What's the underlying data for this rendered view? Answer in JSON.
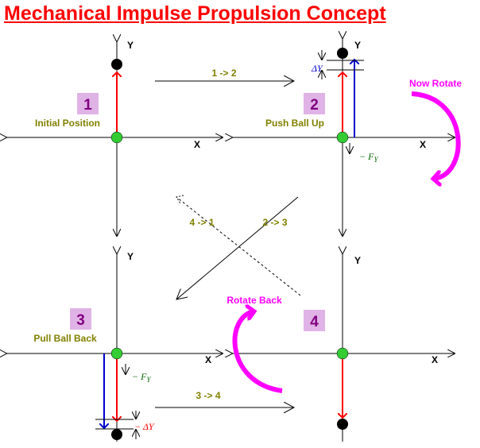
{
  "title": "Mechanical Impulse Propulsion Concept",
  "colors": {
    "title": "#ff0000",
    "label_text": "#808000",
    "step_number": "#800080",
    "step_box": "#e0b3e6",
    "rotate_arrow": "#ff00ff",
    "ball": "#000000",
    "center": "#33cc33",
    "red_vector": "#ff0000",
    "blue_vector": "#0000cc",
    "force_label": "#006600",
    "delta_label": "#0000cc",
    "neg_delta_label": "#ff0000"
  },
  "steps": [
    {
      "number": "1",
      "label": "Initial Position"
    },
    {
      "number": "2",
      "label": "Push Ball Up"
    },
    {
      "number": "3",
      "label": "Pull Ball Back"
    },
    {
      "number": "4",
      "label": ""
    }
  ],
  "axes": {
    "x": "X",
    "y": "Y"
  },
  "transitions": {
    "t12": "1 -> 2",
    "t23": "2 -> 3",
    "t34": "3 -> 4",
    "t41": "4 -> 1"
  },
  "rotations": {
    "now_rotate": "Now Rotate",
    "rotate_back": "Rotate Back"
  },
  "annotations": {
    "delta_y": "ΔY",
    "neg_f_y_prefix": "− F",
    "f_sub": "Y",
    "neg_delta_y": "− ΔY"
  },
  "icons": [
    "ball-icon",
    "center-dot-icon",
    "rotate-arrow-icon"
  ]
}
